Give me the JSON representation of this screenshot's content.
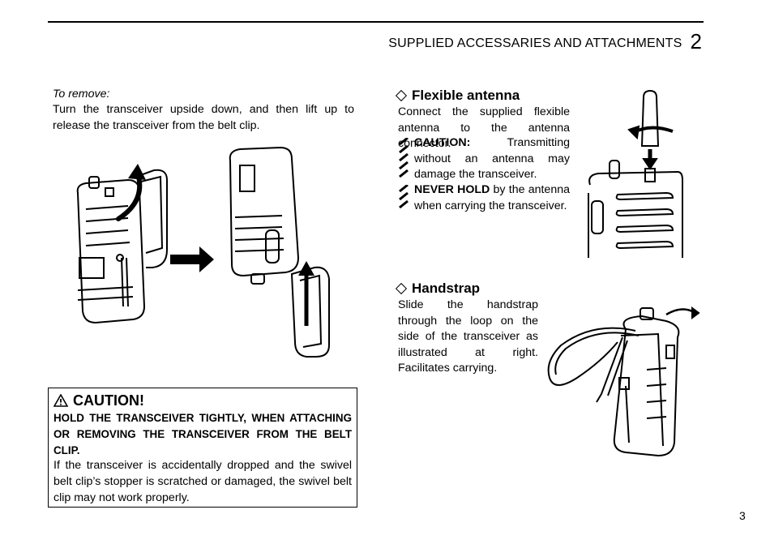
{
  "header": {
    "title": "SUPPLIED ACCESSARIES AND ATTACHMENTS",
    "chapter": "2"
  },
  "remove": {
    "label": "To remove:",
    "text": "Turn the transceiver upside down, and then lift up to release the transceiver from the belt clip."
  },
  "antenna": {
    "title": "Flexible antenna",
    "text": "Connect the supplied flexible antenna to the antenna connector.",
    "caution_label": "CAUTION:",
    "caution_text": " Transmitting without an antenna may damage the transceiver.",
    "never_label": "NEVER HOLD",
    "never_text": " by the antenna when carrying the transceiver."
  },
  "handstrap": {
    "title": "Handstrap",
    "text": "Slide the handstrap through the loop on the side of the transceiver as illustrated at right. Facilitates carrying."
  },
  "caution_box": {
    "title": "CAUTION!",
    "bold_text": "HOLD THE TRANSCEIVER TIGHTLY, WHEN ATTACHING OR REMOVING THE TRANSCEIVER FROM THE BELT CLIP.",
    "text": "If the transceiver is accidentally dropped and the swivel belt clip’s stopper is scratched or damaged, the swivel belt clip may not work properly."
  },
  "page_number": "3",
  "icons": [
    "warning-triangle-icon",
    "diamond-bullet-icon",
    "hatch-note-icon"
  ]
}
